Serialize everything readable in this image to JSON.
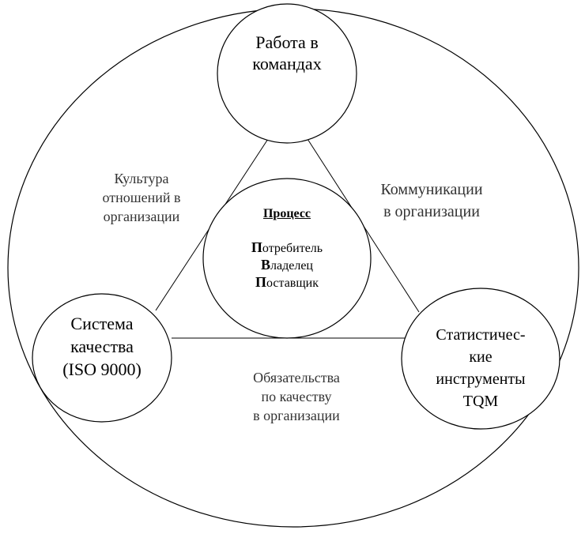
{
  "diagram": {
    "top_node": {
      "lines": [
        "Работа в",
        "командах"
      ]
    },
    "left_node": {
      "lines": [
        "Система",
        "качества",
        "(ISO 9000)"
      ]
    },
    "right_node": {
      "lines": [
        "Статистичес-",
        "кие",
        "инструменты",
        "TQM"
      ]
    },
    "center_node": {
      "title": "Процесс",
      "roles": [
        {
          "initial": "П",
          "rest": "отребитель"
        },
        {
          "initial": "В",
          "rest": "ладелец"
        },
        {
          "initial": "П",
          "rest": "оставщик"
        }
      ]
    },
    "culture_label": {
      "lines": [
        "Культура",
        "отношений в",
        "организации"
      ]
    },
    "communications_label": {
      "lines": [
        "Коммуникации",
        "в организации"
      ]
    },
    "commitment_label": {
      "lines": [
        "Обязательства",
        "по качеству",
        "в организации"
      ]
    }
  }
}
